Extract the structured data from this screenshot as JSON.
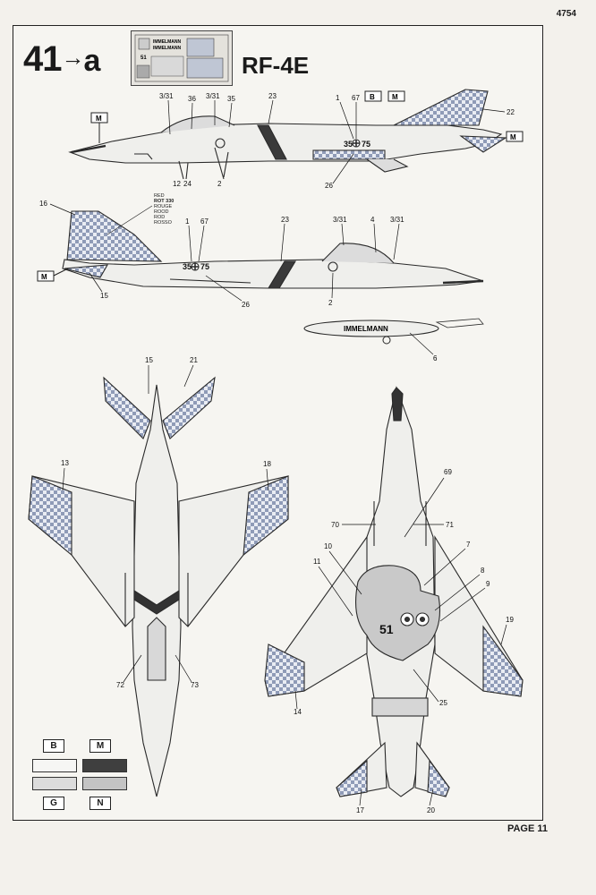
{
  "page": {
    "doc_number": "4754",
    "step_number": "41",
    "step_arrow": "→",
    "step_suffix": "a",
    "model": "RF-4E",
    "footer": "PAGE 11"
  },
  "colors": {
    "paper": "#f3f1ec",
    "line": "#2a2a2a",
    "light_grey": "#d4d4d4",
    "medium_grey": "#a8a8a8",
    "dark_grey": "#4a4a4a",
    "blue_check": "#9aa7c2"
  },
  "color_codes": {
    "B": "B",
    "M": "M",
    "G": "G",
    "N": "N"
  },
  "red_note": [
    "RED",
    "ROT 330",
    "ROUGE",
    "ROOD",
    "ROD",
    "ROSSO"
  ],
  "decal_thumbnail_text": [
    "IMMELMANN",
    "51"
  ],
  "side_view_top_callouts": {
    "a": "3/31",
    "b": "36",
    "c": "3/31",
    "d": "35",
    "e": "23",
    "f": "1",
    "g": "67",
    "h": "22",
    "i": "12",
    "j": "24",
    "k": "2",
    "l": "26",
    "m": "35",
    "n": "75"
  },
  "side_view_bottom_callouts": {
    "a": "16",
    "b": "1",
    "c": "67",
    "d": "23",
    "e": "3/31",
    "f": "4",
    "g": "3/31",
    "h": "15",
    "i": "26",
    "j": "2",
    "k": "35",
    "l": "75"
  },
  "tank": {
    "text": "IMMELMANN",
    "callout": "6"
  },
  "top_view_callouts": {
    "a": "15",
    "b": "21",
    "c": "13",
    "d": "18",
    "e": "72",
    "f": "73"
  },
  "bottom_view_callouts": {
    "a": "69",
    "b": "70",
    "c": "71",
    "d": "10",
    "e": "7",
    "f": "11",
    "g": "8",
    "h": "9",
    "i": "19",
    "j": "14",
    "k": "25",
    "l": "17",
    "m": "20",
    "n": "51"
  }
}
